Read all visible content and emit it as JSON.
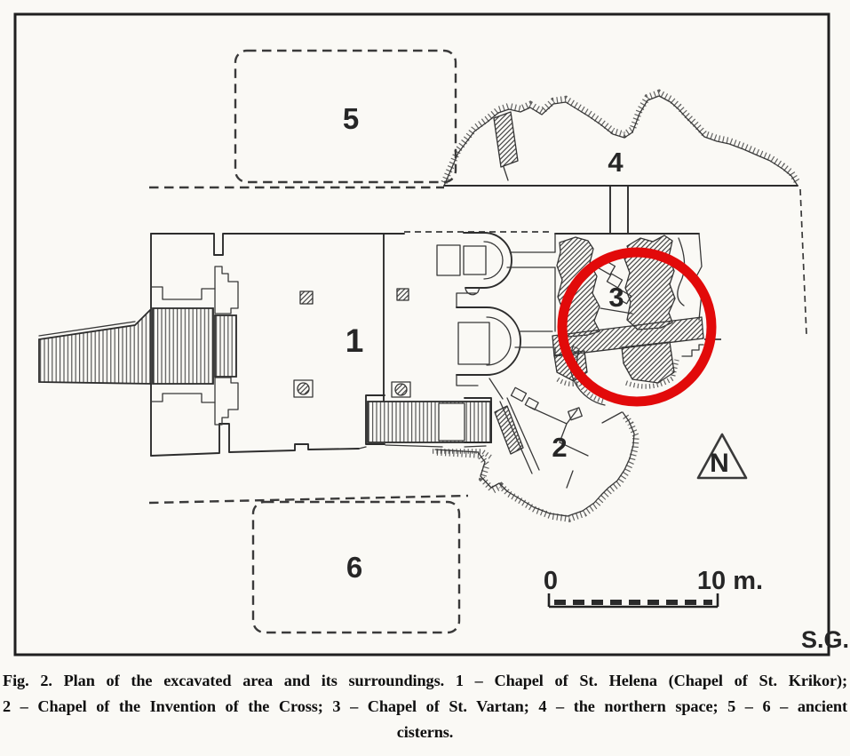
{
  "figure": {
    "labels": {
      "chapel1": "1",
      "chapel2": "2",
      "chapel3": "3",
      "north_space": "4",
      "cistern5": "5",
      "cistern6": "6"
    },
    "north_letter": "N",
    "scale_start": "0",
    "scale_end": "10 m.",
    "signature": "S.G.",
    "highlight_color": "#e20a0a",
    "ink_color": "#2d2d2d",
    "paper_color": "#faf9f5"
  },
  "caption": {
    "line1": "Fig. 2. Plan of the excavated area and its surroundings. 1 – Chapel of St. Helena (Chapel of St. Krikor);",
    "line2": "2 – Chapel of the Invention of the Cross; 3 – Chapel of St. Vartan; 4 – the northern space; 5 – 6 – ancient",
    "line3": "cisterns."
  }
}
